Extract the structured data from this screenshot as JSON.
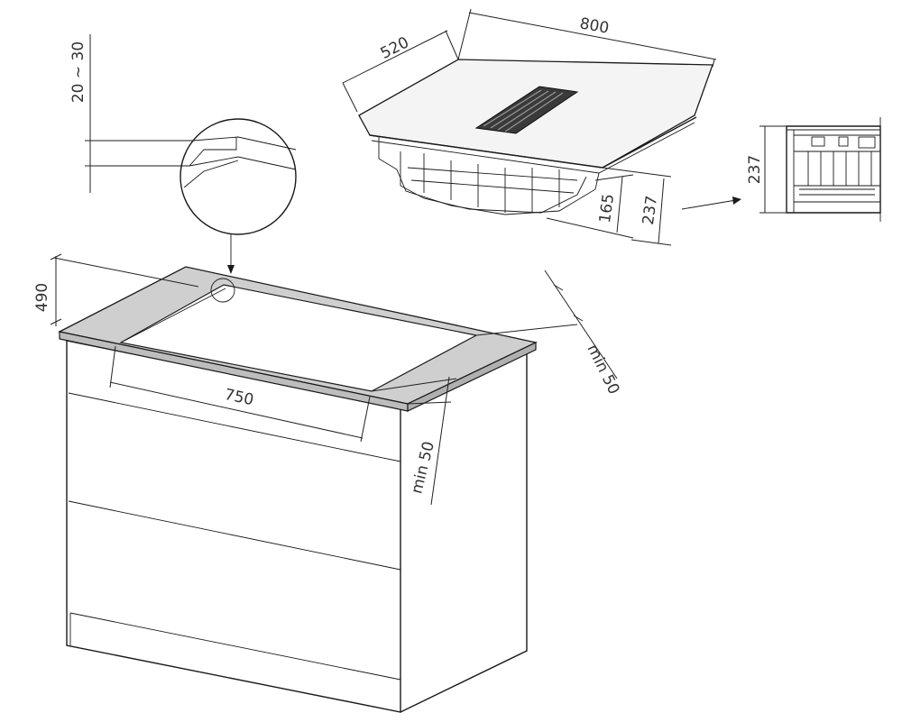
{
  "dimensions": {
    "cutout_depth": "490",
    "cutout_width": "750",
    "side_clearance_right": "min 50",
    "front_clearance": "min 50",
    "worktop_thickness": "20 ~ 30",
    "hob_depth": "520",
    "hob_width": "800",
    "body_depth": "165",
    "total_height": "237",
    "side_view_height": "237"
  },
  "colors": {
    "line": "#1a1a1a",
    "worktop_fill": "#cfcfcf",
    "cutout_fill": "#ffffff",
    "glass_fill": "#f4f4f4"
  }
}
